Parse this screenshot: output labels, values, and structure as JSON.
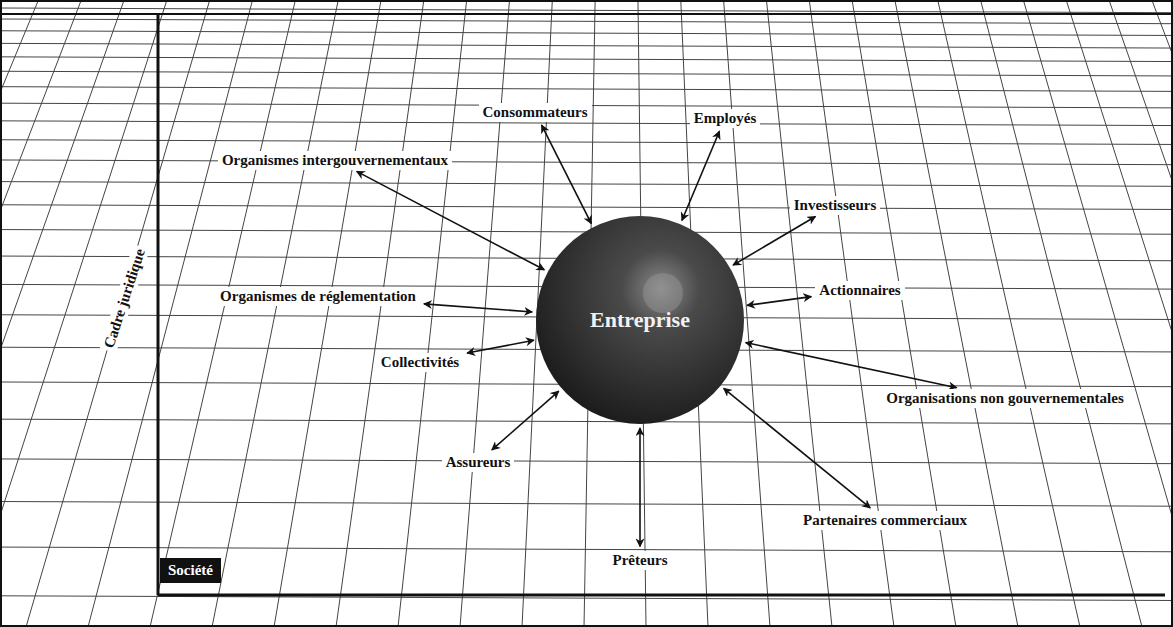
{
  "diagram": {
    "nodes": [
      {
        "text": [
          "Entreprise"
        ]
      },
      {
        "text": [
          "Consommateurs"
        ]
      },
      {
        "text": [
          "Employés"
        ]
      },
      {
        "text": [
          "Investisseurs"
        ]
      },
      {
        "text": [
          "Actionnaires"
        ]
      },
      {
        "text": [
          "Organisations non gouvernementales"
        ]
      },
      {
        "text": [
          "Partenaires commerciaux"
        ]
      },
      {
        "text": [
          "Prêteurs"
        ]
      },
      {
        "text": [
          "Assureurs"
        ]
      },
      {
        "text": [
          "Collectivités"
        ]
      },
      {
        "text": [
          "Organismes de réglementation"
        ]
      },
      {
        "text": [
          "Organismes intergouvernementaux"
        ]
      }
    ],
    "edges": [
      {
        "from": 0,
        "to": 1,
        "arrow": "both"
      },
      {
        "from": 0,
        "to": 2,
        "arrow": "both"
      },
      {
        "from": 0,
        "to": 3,
        "arrow": "both"
      },
      {
        "from": 0,
        "to": 4,
        "arrow": "both"
      },
      {
        "from": 0,
        "to": 5,
        "arrow": "both"
      },
      {
        "from": 0,
        "to": 6,
        "arrow": "both"
      },
      {
        "from": 0,
        "to": 7,
        "arrow": "both"
      },
      {
        "from": 0,
        "to": 8,
        "arrow": "both"
      },
      {
        "from": 0,
        "to": 9,
        "arrow": "both"
      },
      {
        "from": 0,
        "to": 10,
        "arrow": "both"
      },
      {
        "from": 0,
        "to": 11,
        "arrow": "both"
      }
    ],
    "labels": [
      "Cadre juridique",
      "Société"
    ]
  }
}
